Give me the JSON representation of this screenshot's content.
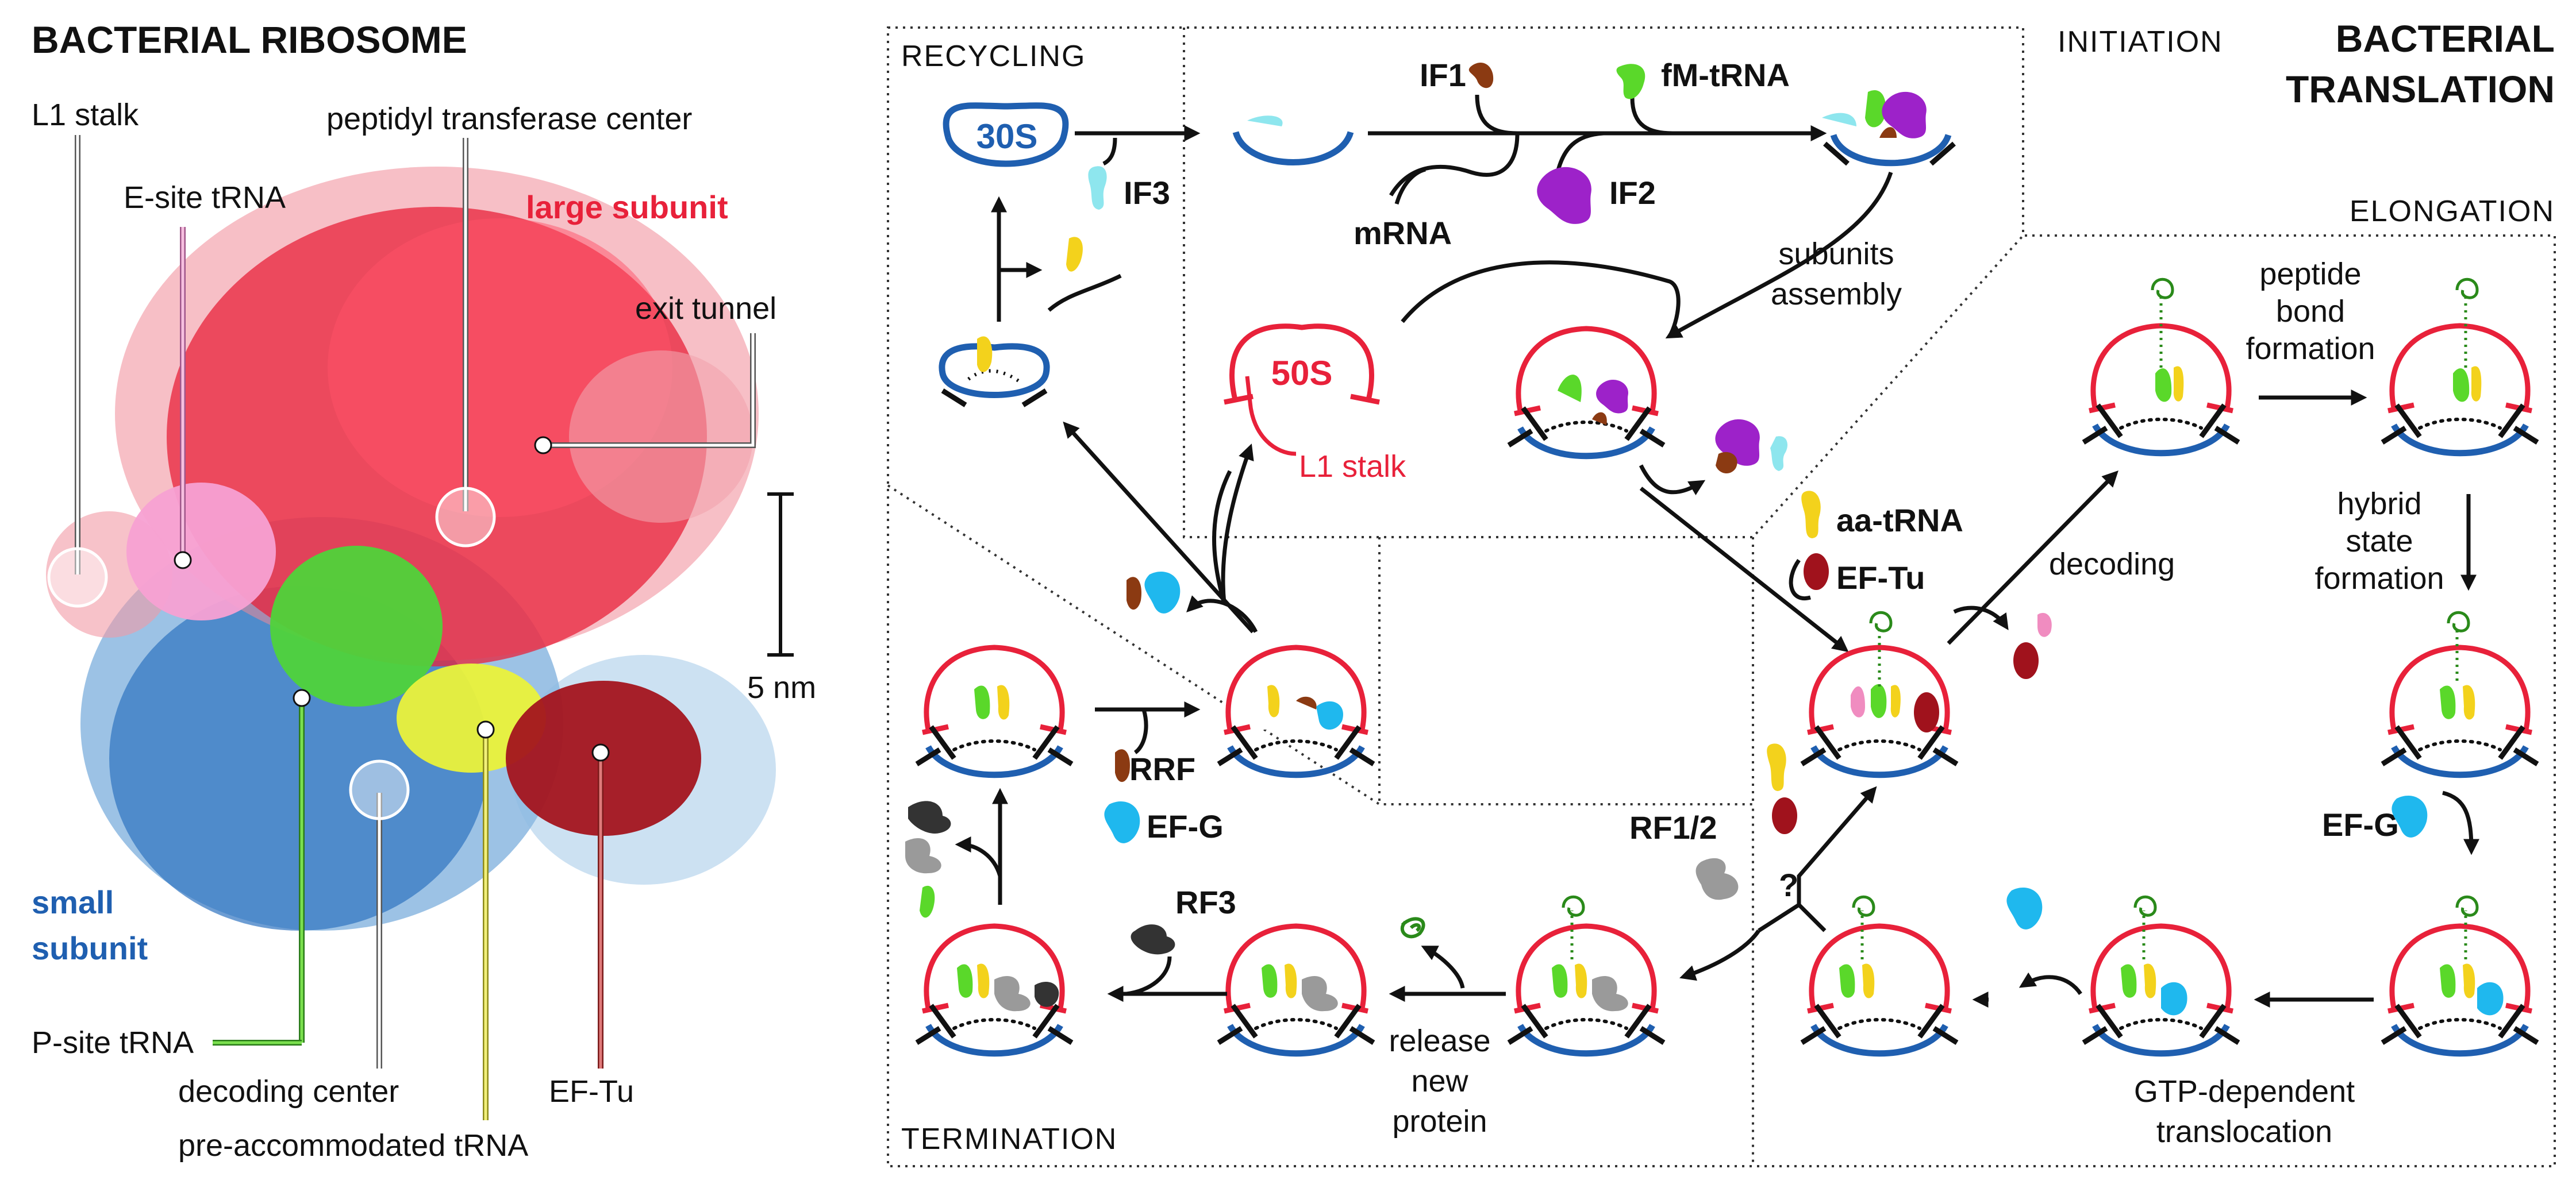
{
  "left_panel": {
    "title": "BACTERIAL RIBOSOME",
    "labels": {
      "l1_stalk": "L1 stalk",
      "e_site": "E-site tRNA",
      "ptc": "peptidyl transferase center",
      "large_subunit": "large subunit",
      "exit_tunnel": "exit tunnel",
      "scale": "5 nm",
      "small_subunit_1": "small",
      "small_subunit_2": "subunit",
      "p_site": "P-site tRNA",
      "decoding_center": "decoding center",
      "pre_accommodated": "pre-accommodated tRNA",
      "ef_tu": "EF-Tu"
    }
  },
  "right_panel": {
    "title_1": "BACTERIAL",
    "title_2": "TRANSLATION",
    "sections": {
      "recycling": "RECYCLING",
      "initiation": "INITIATION",
      "elongation": "ELONGATION",
      "termination": "TERMINATION"
    },
    "labels": {
      "s30": "30S",
      "s50": "50S",
      "l1_stalk": "L1 stalk",
      "if1": "IF1",
      "if2": "IF2",
      "if3": "IF3",
      "fm_trna": "fM-tRNA",
      "mrna": "mRNA",
      "subunits_1": "subunits",
      "subunits_2": "assembly",
      "aa_trna": "aa-tRNA",
      "ef_tu": "EF-Tu",
      "decoding": "decoding",
      "peptide_1": "peptide",
      "peptide_2": "bond",
      "peptide_3": "formation",
      "hybrid_1": "hybrid",
      "hybrid_2": "state",
      "hybrid_3": "formation",
      "ef_g": "EF-G",
      "ef_g_2": "EF-G",
      "gtp_1": "GTP-dependent",
      "gtp_2": "translocation",
      "rf12": "RF1/2",
      "question": "?",
      "release_1": "release",
      "release_2": "new",
      "release_3": "protein",
      "rf3": "RF3",
      "rrf": "RRF"
    }
  },
  "colors": {
    "large_subunit": "#e8213a",
    "small_subunit": "#1f5fb0",
    "p_site": "#5ad82a",
    "a_site": "#f3d21c",
    "e_site": "#f08cc0",
    "ef_tu": "#a0121c",
    "ef_g": "#1fb8ee",
    "if1": "#8b3a12",
    "if2": "#9d22c9",
    "if3": "#8ee6ee",
    "rf": "#9a9a9a",
    "rf3": "#333333"
  }
}
